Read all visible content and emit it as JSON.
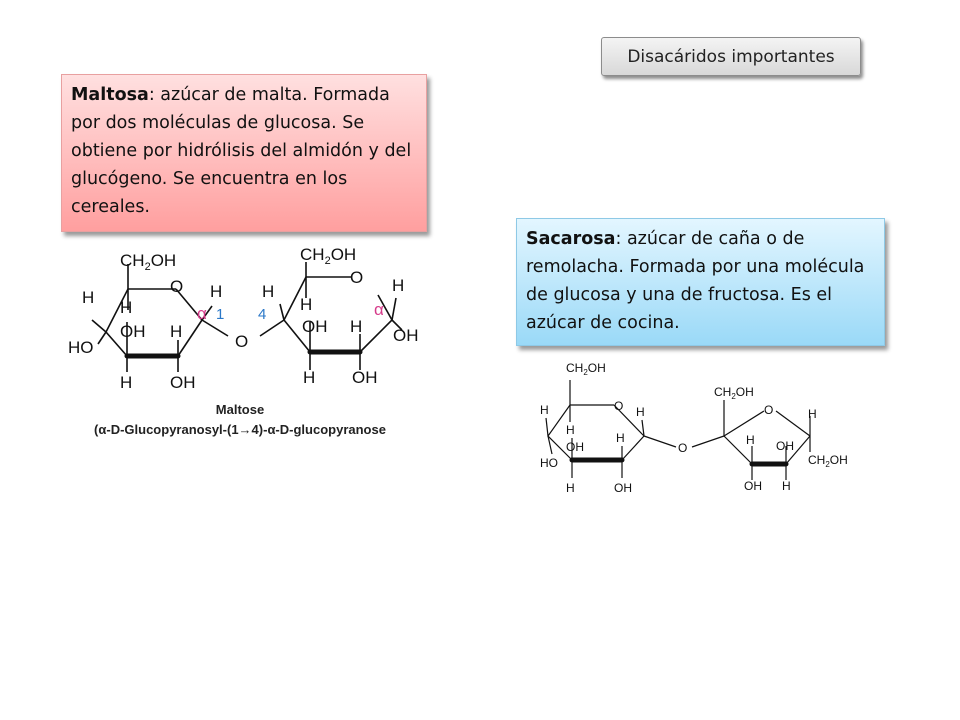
{
  "title": "Disacáridos importantes",
  "maltosa": {
    "name": "Maltosa",
    "description": ": azúcar de malta. Formada por dos moléculas de glucosa. Se obtiene por hidrólisis del almidón y del glucógeno. Se encuentra en los cereales."
  },
  "sacarosa": {
    "name": "Sacarosa",
    "description": ": azúcar de caña o de remolacha. Formada por una molécula de glucosa y una de fructosa. Es el azúcar de cocina."
  },
  "maltose_figure": {
    "caption_title": "Maltose",
    "caption_name": "(α-D-Glucopyranosyl-(1→4)-α-D-glucopyranose",
    "labels": {
      "ch2oh": "CH",
      "ch2oh_sub": "2",
      "ch2oh_tail": "OH",
      "o": "O",
      "h": "H",
      "oh": "OH",
      "ho": "HO",
      "alpha": "α",
      "pos1": "1",
      "pos4": "4"
    }
  },
  "sucrose_figure": {
    "labels": {
      "ch2oh": "CH",
      "ch2oh_sub": "2",
      "ch2oh_tail": "OH",
      "o": "O",
      "h": "H",
      "oh": "OH",
      "ho": "HO"
    }
  }
}
